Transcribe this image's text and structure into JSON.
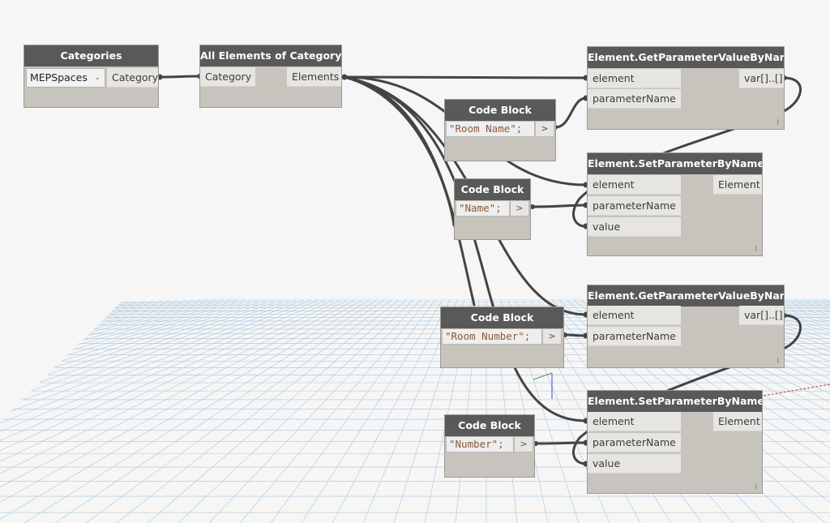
{
  "nodes": {
    "categories": {
      "title": "Categories",
      "dropdown_value": "MEPSpaces",
      "output": "Category"
    },
    "all_elements": {
      "title": "All Elements of Category",
      "input": "Category",
      "output": "Elements"
    },
    "get_param_1": {
      "title": "Element.GetParameterValueByName",
      "inputs": [
        "element",
        "parameterName"
      ],
      "output": "var[]..[]",
      "footer": "l"
    },
    "code_block_1": {
      "title": "Code Block",
      "code": "\"Room Name\";",
      "out": ">"
    },
    "set_param_1": {
      "title": "Element.SetParameterByName",
      "inputs": [
        "element",
        "parameterName",
        "value"
      ],
      "output": "Element",
      "footer": "l"
    },
    "code_block_2": {
      "title": "Code Block",
      "code": "\"Name\";",
      "out": ">"
    },
    "code_block_3": {
      "title": "Code Block",
      "code": "\"Room Number\";",
      "out": ">"
    },
    "get_param_2": {
      "title": "Element.GetParameterValueByName",
      "inputs": [
        "element",
        "parameterName"
      ],
      "output": "var[]..[]",
      "footer": "l"
    },
    "code_block_4": {
      "title": "Code Block",
      "code": "\"Number\";",
      "out": ">"
    },
    "set_param_2": {
      "title": "Element.SetParameterByName",
      "inputs": [
        "element",
        "parameterName",
        "value"
      ],
      "output": "Element",
      "footer": "l"
    }
  },
  "colors": {
    "header": "#595959",
    "node_body": "#c7c4bd",
    "wire": "#444444",
    "grid": "#a9c7dd"
  }
}
